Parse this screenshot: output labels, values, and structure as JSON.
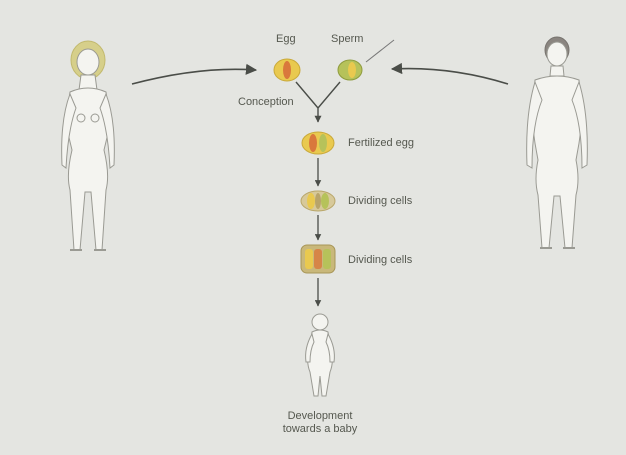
{
  "labels": {
    "egg": "Egg",
    "sperm": "Sperm",
    "conception": "Conception",
    "fertilized_egg": "Fertilized egg",
    "dividing_cells_1": "Dividing cells",
    "dividing_cells_2": "Dividing cells",
    "development_line1": "Development",
    "development_line2": "towards a baby"
  },
  "colors": {
    "background": "#e4e5e1",
    "figure_outline": "#9a9a93",
    "figure_fill": "#f4f4f0",
    "female_hair": "#d6cf8a",
    "male_hair": "#8a8580",
    "arrow": "#4a4d48",
    "cell_yellow": "#e9c94f",
    "cell_orange": "#d9783c",
    "cell_green": "#b6c25a",
    "label_text": "#55584f"
  }
}
